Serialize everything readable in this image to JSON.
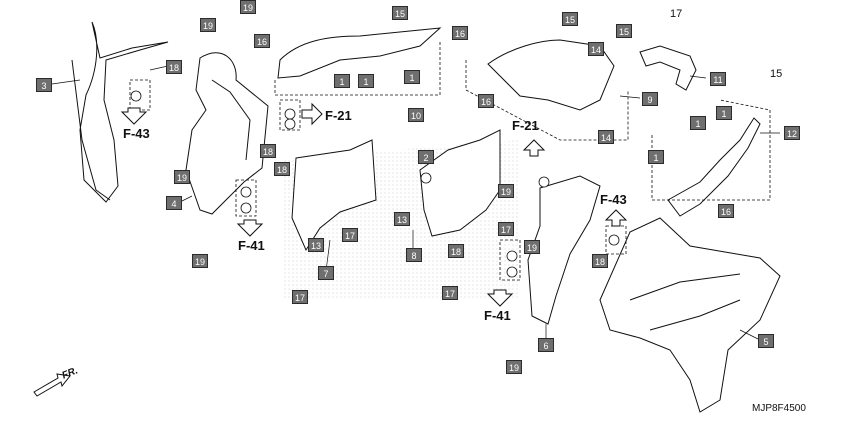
{
  "diagram_code": "MJP8F4500",
  "direction_label": "FR.",
  "references": [
    "F-43",
    "F-21",
    "F-41",
    "F-21",
    "F-43",
    "F-41"
  ],
  "callouts": [
    "1",
    "1",
    "1",
    "2",
    "3",
    "4",
    "5",
    "6",
    "7",
    "8",
    "9",
    "10",
    "11",
    "12",
    "13",
    "13",
    "14",
    "14",
    "15",
    "15",
    "15",
    "16",
    "16",
    "16",
    "16",
    "17",
    "17",
    "17",
    "17",
    "18",
    "18",
    "18",
    "18",
    "18",
    "19",
    "19",
    "19",
    "19",
    "19",
    "19",
    "19",
    "1",
    "1",
    "1"
  ],
  "plain_numbers": [
    "17",
    "15"
  ]
}
